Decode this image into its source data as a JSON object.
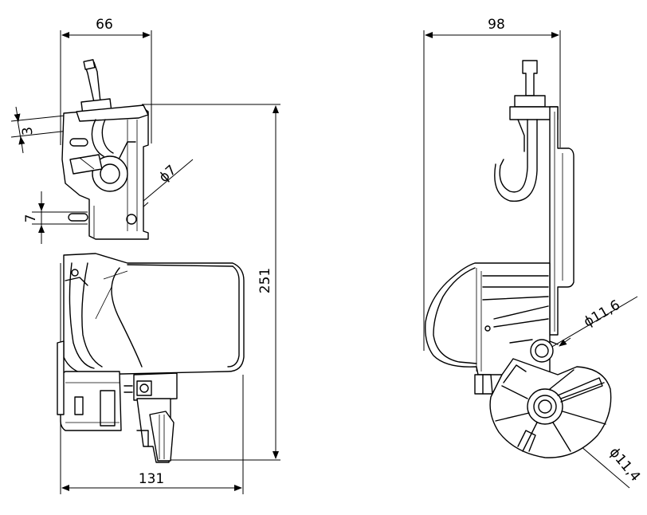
{
  "dimensions": {
    "front_width_top": "66",
    "side_width_top": "98",
    "front_total_height": "251",
    "front_width_bottom": "131",
    "front_offset_left": "3",
    "front_slot": "7",
    "front_hole": "ϕ7",
    "side_hole_upper": "ϕ11,6",
    "side_hole_lower": "ϕ11,4"
  }
}
